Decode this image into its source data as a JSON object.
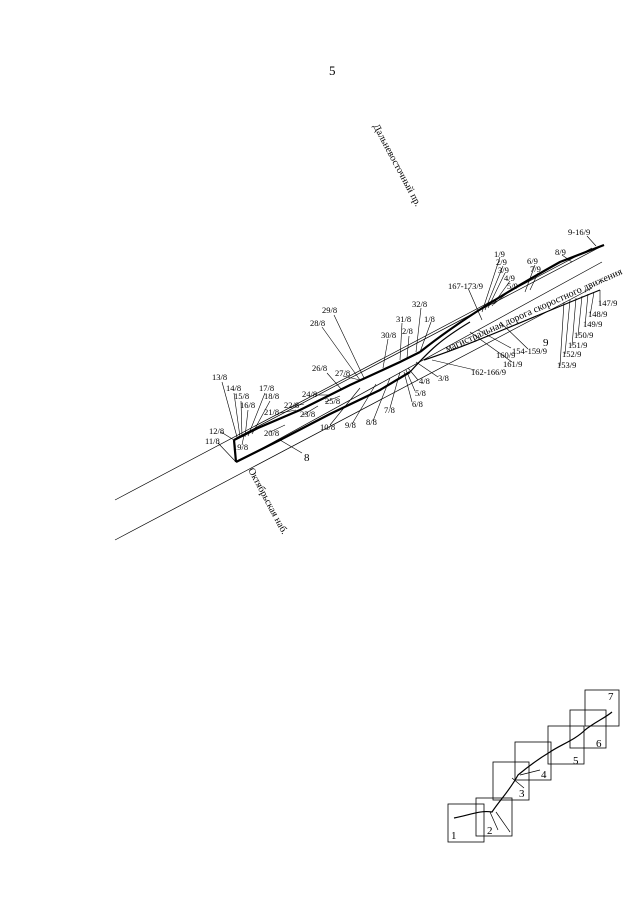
{
  "page_number": "5",
  "streets": {
    "dalnevostochny": "Дальневосточный пр.",
    "oktyabrskaya": "Октябрьская наб.",
    "highway": "магистральная дорога скоростного движения"
  },
  "sections": {
    "s8": "8",
    "s9": "9"
  },
  "labels": {
    "l1_8": "1/8",
    "l2_8": "2/8",
    "l3_8": "3/8",
    "l4_8": "4/8",
    "l5_8": "5/8",
    "l6_8": "6/8",
    "l7_8": "7/8",
    "l8_8": "8/8",
    "l9_8": "9/8",
    "l10_8": "10/8",
    "l11_8": "11/8",
    "l12_8": "12/8",
    "l13_8": "13/8",
    "l14_8": "14/8",
    "l15_8": "15/8",
    "l16_8": "16/8",
    "l17_8": "17/8",
    "l18_8": "18/8",
    "l19_8": "19/8",
    "l20_8": "20/8",
    "l21_8": "21/8",
    "l22_8": "22/8",
    "l23_8": "23/8",
    "l24_8": "24/8",
    "l25_8": "25/8",
    "l26_8": "26/8",
    "l27_8": "27/8",
    "l28_8": "28/8",
    "l29_8": "29/8",
    "l30_8": "30/8",
    "l31_8": "31/8",
    "l32_8": "32/8",
    "l1_9": "1/9",
    "l2_9": "2/9",
    "l3_9": "3/9",
    "l4_9": "4/9",
    "l5_9": "5/9",
    "l6_9": "6/9",
    "l7_9": "7/9",
    "l8_9": "8/9",
    "l9_16_9": "9-16/9",
    "l147_9": "147/9",
    "l148_9": "148/9",
    "l149_9": "149/9",
    "l150_9": "150/9",
    "l151_9": "151/9",
    "l152_9": "152/9",
    "l153_9": "153/9",
    "l154_159_9": "154-159/9",
    "l160_9": "160/9",
    "l161_9": "161/9",
    "l162_166_9": "162-166/9",
    "l167_173_9": "167-173/9"
  },
  "key_map": {
    "k1": "1",
    "k2": "2",
    "k3": "3",
    "k4": "4",
    "k5": "5",
    "k6": "6",
    "k7": "7"
  }
}
